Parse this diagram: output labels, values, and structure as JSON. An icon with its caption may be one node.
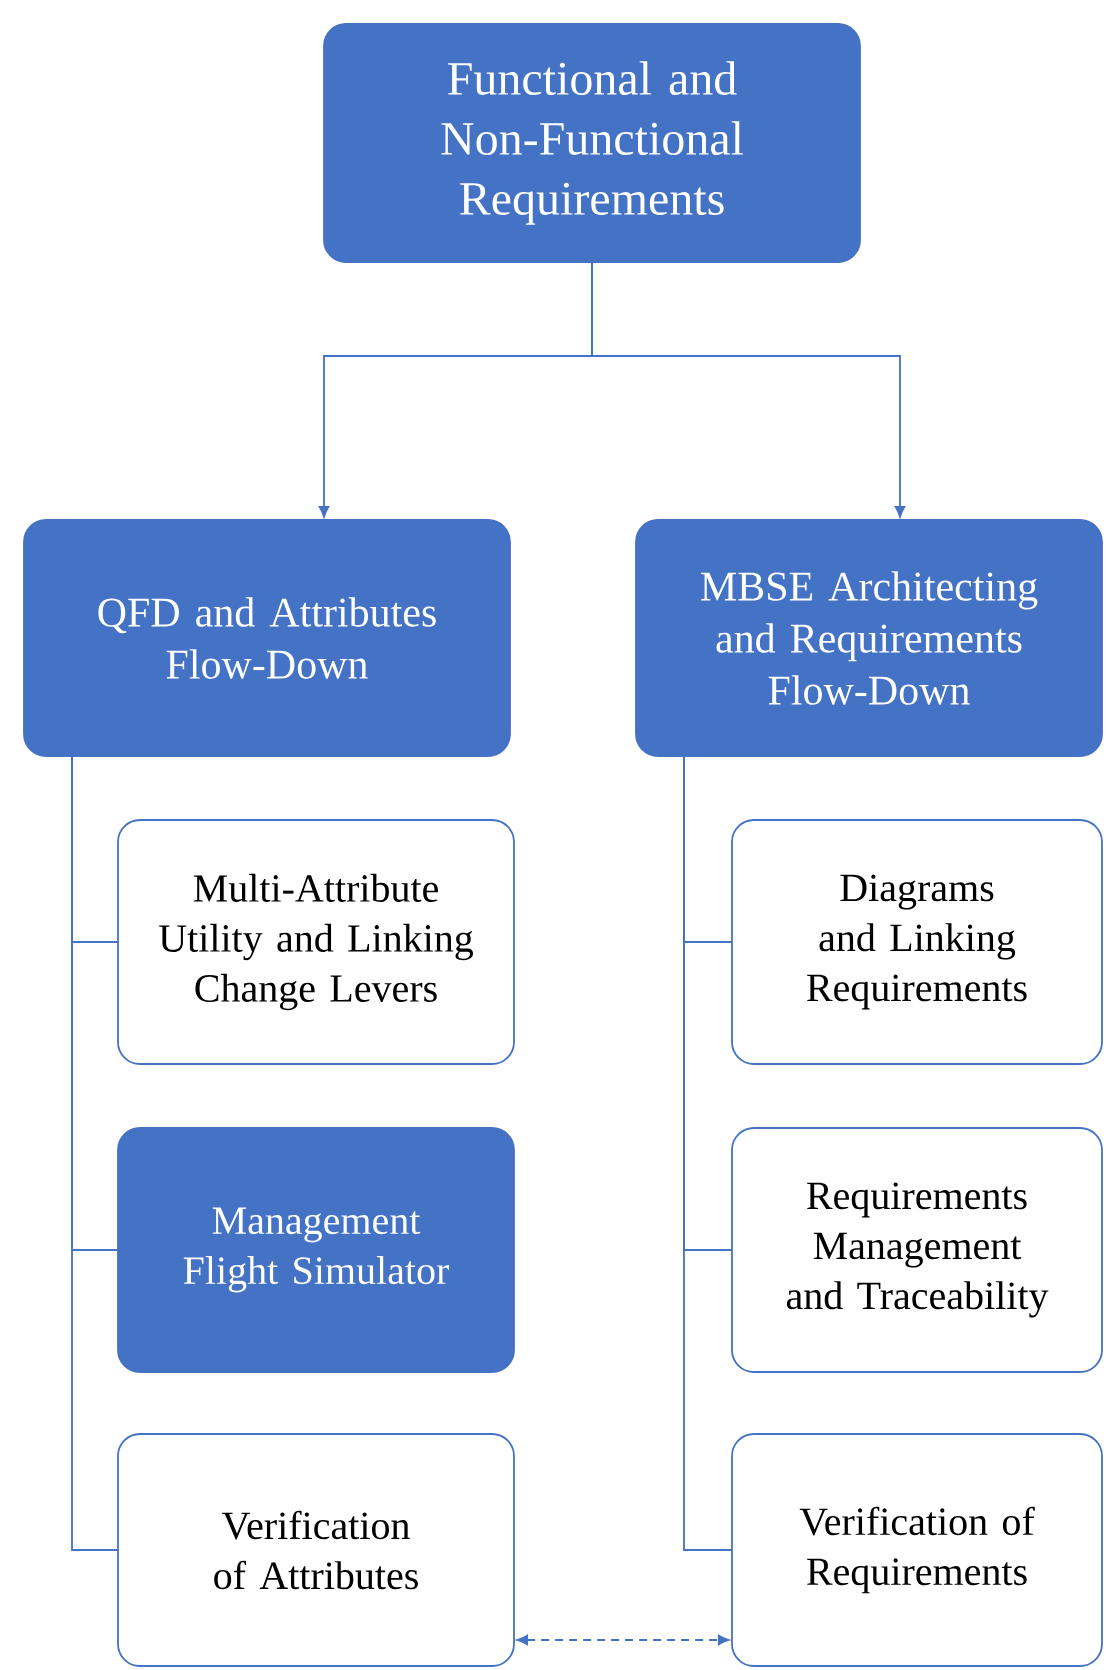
{
  "diagram": {
    "nodes": [
      {
        "text": [
          "Functional and Non-Functional Requirements"
        ]
      },
      {
        "text": [
          "QFD and Attributes Flow-Down"
        ]
      },
      {
        "text": [
          "MBSE Architecting and Requirements Flow-Down"
        ]
      },
      {
        "text": [
          "Multi-Attribute Utility and Linking Change Levers"
        ]
      },
      {
        "text": [
          "Management Flight Simulator"
        ]
      },
      {
        "text": [
          "Verification of Attributes"
        ]
      },
      {
        "text": [
          "Diagrams and Linking Requirements"
        ]
      },
      {
        "text": [
          "Requirements Management and Traceability"
        ]
      },
      {
        "text": [
          "Verification of Requirements"
        ]
      }
    ],
    "edges": [
      {
        "from": 0,
        "to": 1,
        "arrow": "to"
      },
      {
        "from": 0,
        "to": 2,
        "arrow": "to"
      },
      {
        "from": 1,
        "to": 3,
        "arrow": "none"
      },
      {
        "from": 1,
        "to": 4,
        "arrow": "none"
      },
      {
        "from": 1,
        "to": 5,
        "arrow": "none"
      },
      {
        "from": 2,
        "to": 6,
        "arrow": "none"
      },
      {
        "from": 2,
        "to": 7,
        "arrow": "none"
      },
      {
        "from": 2,
        "to": 8,
        "arrow": "none"
      },
      {
        "from": 5,
        "to": 8,
        "arrow": "both",
        "style": "dashed"
      }
    ]
  }
}
